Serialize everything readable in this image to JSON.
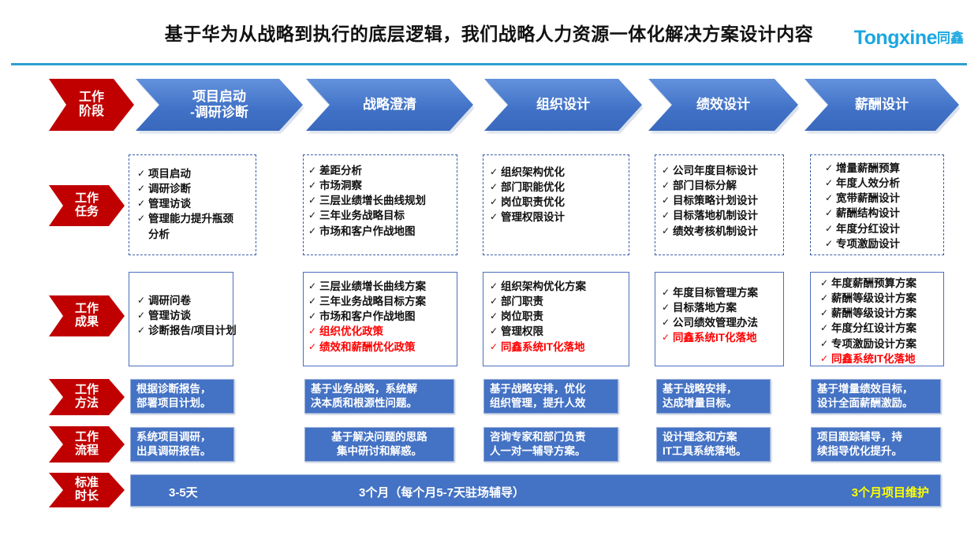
{
  "header": {
    "title": "基于华为从战略到执行的底层逻辑，我们战略人力资源一体化解决方案设计内容",
    "logo_text": "Tongxine",
    "logo_cn": "同鑫",
    "logo_color": "#1aa7e0",
    "rule_color": "#2f9fd0"
  },
  "stage_row": {
    "label": "工作\n阶段",
    "label_line1": "工作",
    "label_line2": "阶段",
    "accent_red": "#c00000",
    "accent_blue": "#4472c4",
    "stages": [
      {
        "line1": "项目启动",
        "line2": "-调研诊断"
      },
      {
        "line1": "战略澄清",
        "line2": ""
      },
      {
        "line1": "组织设计",
        "line2": ""
      },
      {
        "line1": "绩效设计",
        "line2": ""
      },
      {
        "line1": "薪酬设计",
        "line2": ""
      }
    ]
  },
  "rows": {
    "tasks": {
      "label_line1": "工作",
      "label_line2": "任务",
      "columns": [
        {
          "items": [
            {
              "text": "项目启动",
              "red": false
            },
            {
              "text": "调研诊断",
              "red": false
            },
            {
              "text": "管理访谈",
              "red": false
            },
            {
              "text": "管理能力提升瓶颈",
              "red": false
            },
            {
              "text": "分析",
              "red": false,
              "continuation": true
            }
          ]
        },
        {
          "items": [
            {
              "text": "差距分析",
              "red": false
            },
            {
              "text": "市场洞察",
              "red": false
            },
            {
              "text": "三层业绩增长曲线规划",
              "red": false
            },
            {
              "text": "三年业务战略目标",
              "red": false
            },
            {
              "text": "市场和客户作战地图",
              "red": false
            }
          ]
        },
        {
          "items": [
            {
              "text": "组织架构优化",
              "red": false
            },
            {
              "text": "部门职能优化",
              "red": false
            },
            {
              "text": "岗位职责优化",
              "red": false
            },
            {
              "text": "管理权限设计",
              "red": false
            }
          ]
        },
        {
          "items": [
            {
              "text": "公司年度目标设计",
              "red": false
            },
            {
              "text": "部门目标分解",
              "red": false
            },
            {
              "text": "目标策略计划设计",
              "red": false
            },
            {
              "text": "目标落地机制设计",
              "red": false
            },
            {
              "text": "绩效考核机制设计",
              "red": false
            }
          ]
        },
        {
          "items": [
            {
              "text": "增量薪酬预算",
              "red": false
            },
            {
              "text": "年度人效分析",
              "red": false
            },
            {
              "text": "宽带薪酬设计",
              "red": false
            },
            {
              "text": "薪酬结构设计",
              "red": false
            },
            {
              "text": "年度分红设计",
              "red": false
            },
            {
              "text": "专项激励设计",
              "red": false
            }
          ]
        }
      ]
    },
    "results": {
      "label_line1": "工作",
      "label_line2": "成果",
      "columns": [
        {
          "items": [
            {
              "text": "调研问卷",
              "red": false
            },
            {
              "text": "管理访谈",
              "red": false
            },
            {
              "text": "诊断报告/项目计划",
              "red": false
            }
          ]
        },
        {
          "items": [
            {
              "text": "三层业绩增长曲线方案",
              "red": false
            },
            {
              "text": "三年业务战略目标方案",
              "red": false
            },
            {
              "text": "市场和客户作战地图",
              "red": false
            },
            {
              "text": "组织优化政策",
              "red": true
            },
            {
              "text": "绩效和薪酬优化政策",
              "red": true
            }
          ]
        },
        {
          "items": [
            {
              "text": "组织架构优化方案",
              "red": false
            },
            {
              "text": "部门职责",
              "red": false
            },
            {
              "text": "岗位职责",
              "red": false
            },
            {
              "text": "管理权限",
              "red": false
            },
            {
              "text": "同鑫系统IT化落地",
              "red": true
            }
          ]
        },
        {
          "items": [
            {
              "text": "年度目标管理方案",
              "red": false
            },
            {
              "text": "目标落地方案",
              "red": false
            },
            {
              "text": "公司绩效管理办法",
              "red": false
            },
            {
              "text": "同鑫系统IT化落地",
              "red": true
            }
          ]
        },
        {
          "items": [
            {
              "text": "年度薪酬预算方案",
              "red": false
            },
            {
              "text": "薪酬等级设计方案",
              "red": false
            },
            {
              "text": "薪酬等级设计方案",
              "red": false
            },
            {
              "text": "年度分红设计方案",
              "red": false
            },
            {
              "text": "专项激励设计方案",
              "red": false
            },
            {
              "text": "同鑫系统IT化落地",
              "red": true
            }
          ]
        }
      ]
    },
    "methods": {
      "label_line1": "工作",
      "label_line2": "方法",
      "columns": [
        {
          "line1": "根据诊断报告，",
          "line2": "部署项目计划。"
        },
        {
          "line1": "基于业务战略，系统解",
          "line2": "决本质和根源性问题。"
        },
        {
          "line1": "基于战略安排，优化",
          "line2": "组织管理，提升人效"
        },
        {
          "line1": "基于战略安排，",
          "line2": "达成增量目标。"
        },
        {
          "line1": "基于增量绩效目标，",
          "line2": "设计全面薪酬激励。"
        }
      ]
    },
    "process": {
      "label_line1": "工作",
      "label_line2": "流程",
      "columns": [
        {
          "line1": "系统项目调研，",
          "line2": "出具调研报告。"
        },
        {
          "line1": "基于解决问题的思路",
          "line2": "集中研讨和解惑。"
        },
        {
          "line1": "咨询专家和部门负责",
          "line2": "人一对一辅导方案。"
        },
        {
          "line1": "设计理念和方案",
          "line2": "IT工具系统落地。"
        },
        {
          "line1": "项目跟踪辅导，持",
          "line2": "续指导优化提升。"
        }
      ]
    },
    "duration": {
      "label_line1": "标准",
      "label_line2": "时长",
      "segments": [
        {
          "text": "3-5天",
          "highlight": false
        },
        {
          "text": "3个月（每个月5-7天驻场辅导）",
          "highlight": false
        },
        {
          "text": "3个月项目维护",
          "highlight": true
        }
      ],
      "highlight_color": "#ffff00"
    }
  }
}
